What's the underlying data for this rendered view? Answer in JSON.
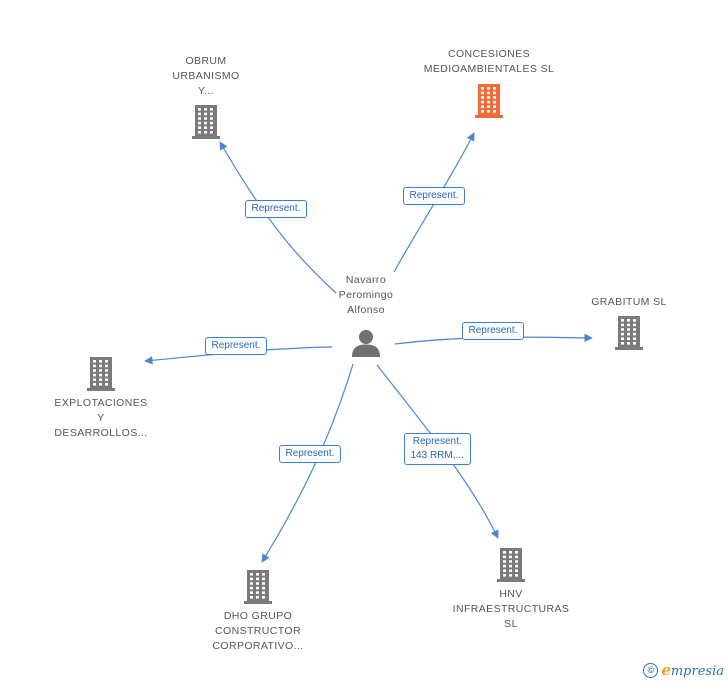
{
  "colors": {
    "edge": "#4a86d6",
    "company": "#7a7a7a",
    "company_highlight": "#f26a3a",
    "person": "#707070"
  },
  "center": {
    "lines": [
      "Navarro",
      "Peromingo",
      "Alfonso"
    ],
    "icon": "person-icon"
  },
  "companies": [
    {
      "id": "obrum",
      "lines": [
        "OBRUM",
        "URBANISMO",
        "Y..."
      ],
      "icon": "building-icon",
      "highlight": false
    },
    {
      "id": "concesiones",
      "lines": [
        "CONCESIONES",
        "MEDIOAMBIENTALES SL"
      ],
      "icon": "building-icon",
      "highlight": true
    },
    {
      "id": "grabitum",
      "lines": [
        "GRABITUM SL"
      ],
      "icon": "building-icon",
      "highlight": false
    },
    {
      "id": "explotaciones",
      "lines": [
        "EXPLOTACIONES",
        "Y",
        "DESARROLLOS..."
      ],
      "icon": "building-icon",
      "highlight": false
    },
    {
      "id": "dho",
      "lines": [
        "DHO GRUPO",
        "CONSTRUCTOR",
        "CORPORATIVO..."
      ],
      "icon": "building-icon",
      "highlight": false
    },
    {
      "id": "hnv",
      "lines": [
        "HNV",
        "INFRAESTRUCTURAS",
        "SL"
      ],
      "icon": "building-icon",
      "highlight": false
    }
  ],
  "relations": [
    {
      "to": "obrum",
      "lines": [
        "Represent."
      ]
    },
    {
      "to": "concesiones",
      "lines": [
        "Represent."
      ]
    },
    {
      "to": "grabitum",
      "lines": [
        "Represent."
      ]
    },
    {
      "to": "explotaciones",
      "lines": [
        "Represent."
      ]
    },
    {
      "to": "dho",
      "lines": [
        "Represent."
      ]
    },
    {
      "to": "hnv",
      "lines": [
        "Represent.",
        "143 RRM,..."
      ]
    }
  ],
  "footer": {
    "copyright_symbol": "©",
    "brand_first": "e",
    "brand_rest": "mpresia"
  }
}
